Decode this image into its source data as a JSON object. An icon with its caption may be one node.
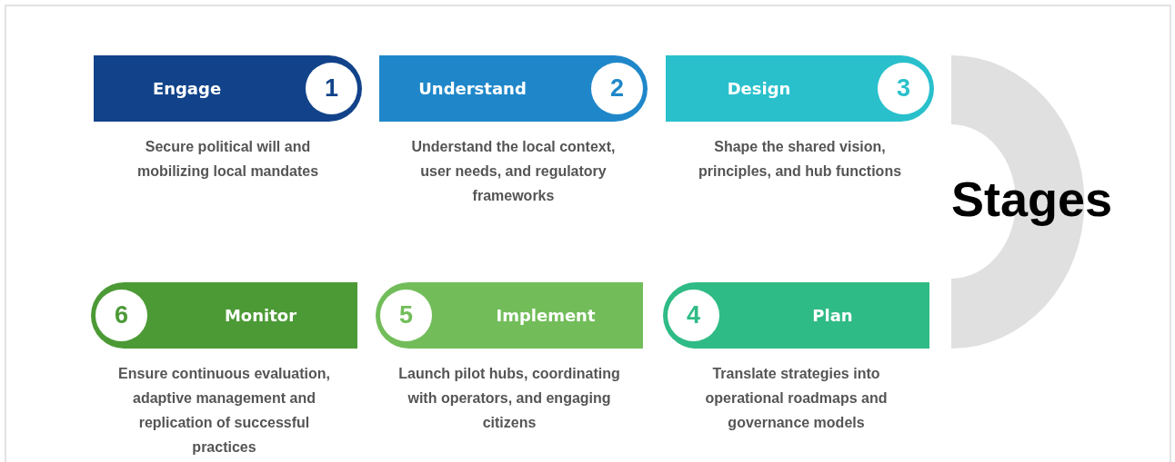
{
  "diagram": {
    "title": "Stages",
    "nodes": [
      {
        "text": [
          "Engage",
          "1"
        ],
        "beside": [
          "Secure political will and mobilizing local mandates"
        ]
      },
      {
        "text": [
          "Understand",
          "2"
        ],
        "beside": [
          "Understand the local context, user needs, and regulatory frameworks"
        ]
      },
      {
        "text": [
          "Design",
          "3"
        ],
        "beside": [
          "Shape the shared vision, principles, and hub functions"
        ]
      },
      {
        "text": [
          "6",
          "Monitor"
        ],
        "beside": [
          "Ensure continuous evaluation, adaptive management and replication of successful practices"
        ]
      },
      {
        "text": [
          "5",
          "Implement"
        ],
        "beside": [
          "Launch pilot hubs, coordinating with operators, and engaging citizens"
        ]
      },
      {
        "text": [
          "4",
          "Plan"
        ],
        "beside": [
          "Translate strategies into operational roadmaps and governance models"
        ]
      }
    ],
    "edges": []
  }
}
